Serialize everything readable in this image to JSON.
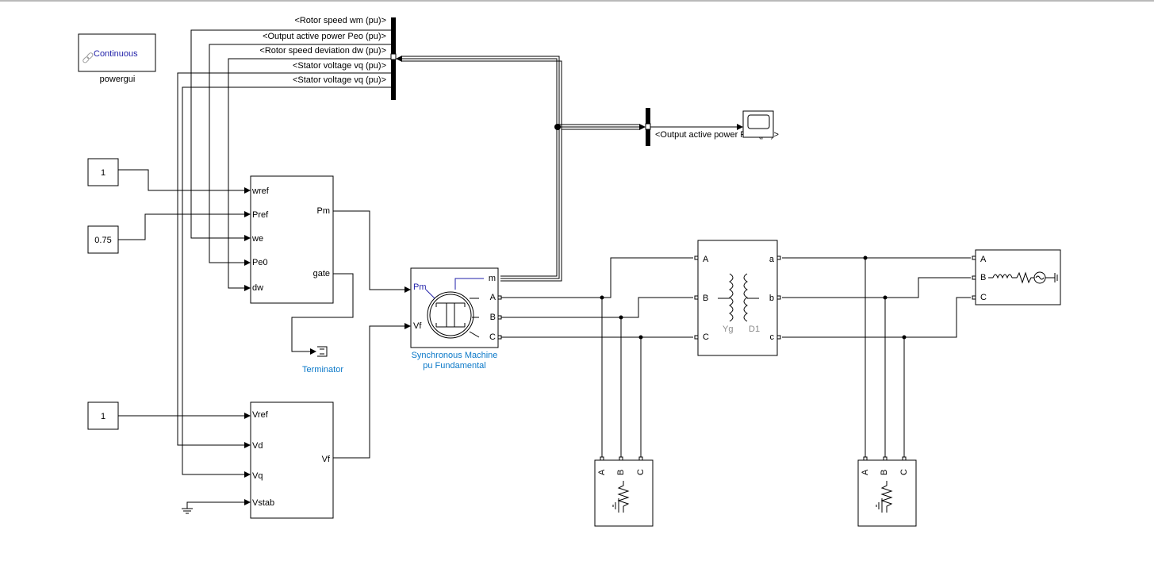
{
  "powergui": {
    "mode": "Continuous",
    "name": "powergui"
  },
  "constants": [
    "1",
    "0.75",
    "1"
  ],
  "governor": {
    "inputs": [
      "wref",
      "Pref",
      "we",
      "Pe0",
      "dw"
    ],
    "outputs": [
      "Pm",
      "gate"
    ]
  },
  "exciter": {
    "inputs": [
      "Vref",
      "Vd",
      "Vq",
      "Vstab"
    ],
    "output": "Vf"
  },
  "machine": {
    "name_line1": "Synchronous Machine",
    "name_line2": "pu Fundamental",
    "inputs": [
      "Pm",
      "Vf"
    ],
    "outputs": [
      "m",
      "A",
      "B",
      "C"
    ]
  },
  "terminator": {
    "name": "Terminator"
  },
  "bus_selector": {
    "signals": [
      "<Rotor speed  wm (pu)>",
      "<Output active power   Peo (pu)>",
      "<Rotor speed deviation  dw (pu)>",
      "<Stator voltage  vq (pu)>",
      "<Stator voltage  vq (pu)>"
    ]
  },
  "scope_selector": {
    "signal": "<Output active power   Peo (pu)>"
  },
  "transformer": {
    "inputs": [
      "A",
      "B",
      "C"
    ],
    "outputs": [
      "a",
      "b",
      "c"
    ],
    "primary": "Yg",
    "secondary": "D1"
  },
  "source": {
    "inputs": [
      "A",
      "B",
      "C"
    ]
  },
  "loads": [
    {
      "ports": [
        "A",
        "B",
        "C"
      ]
    },
    {
      "ports": [
        "A",
        "B",
        "C"
      ]
    }
  ],
  "colors": {
    "annotation": "#0a78c8",
    "port_label": "#1f1fa8",
    "wire": "#000000"
  }
}
